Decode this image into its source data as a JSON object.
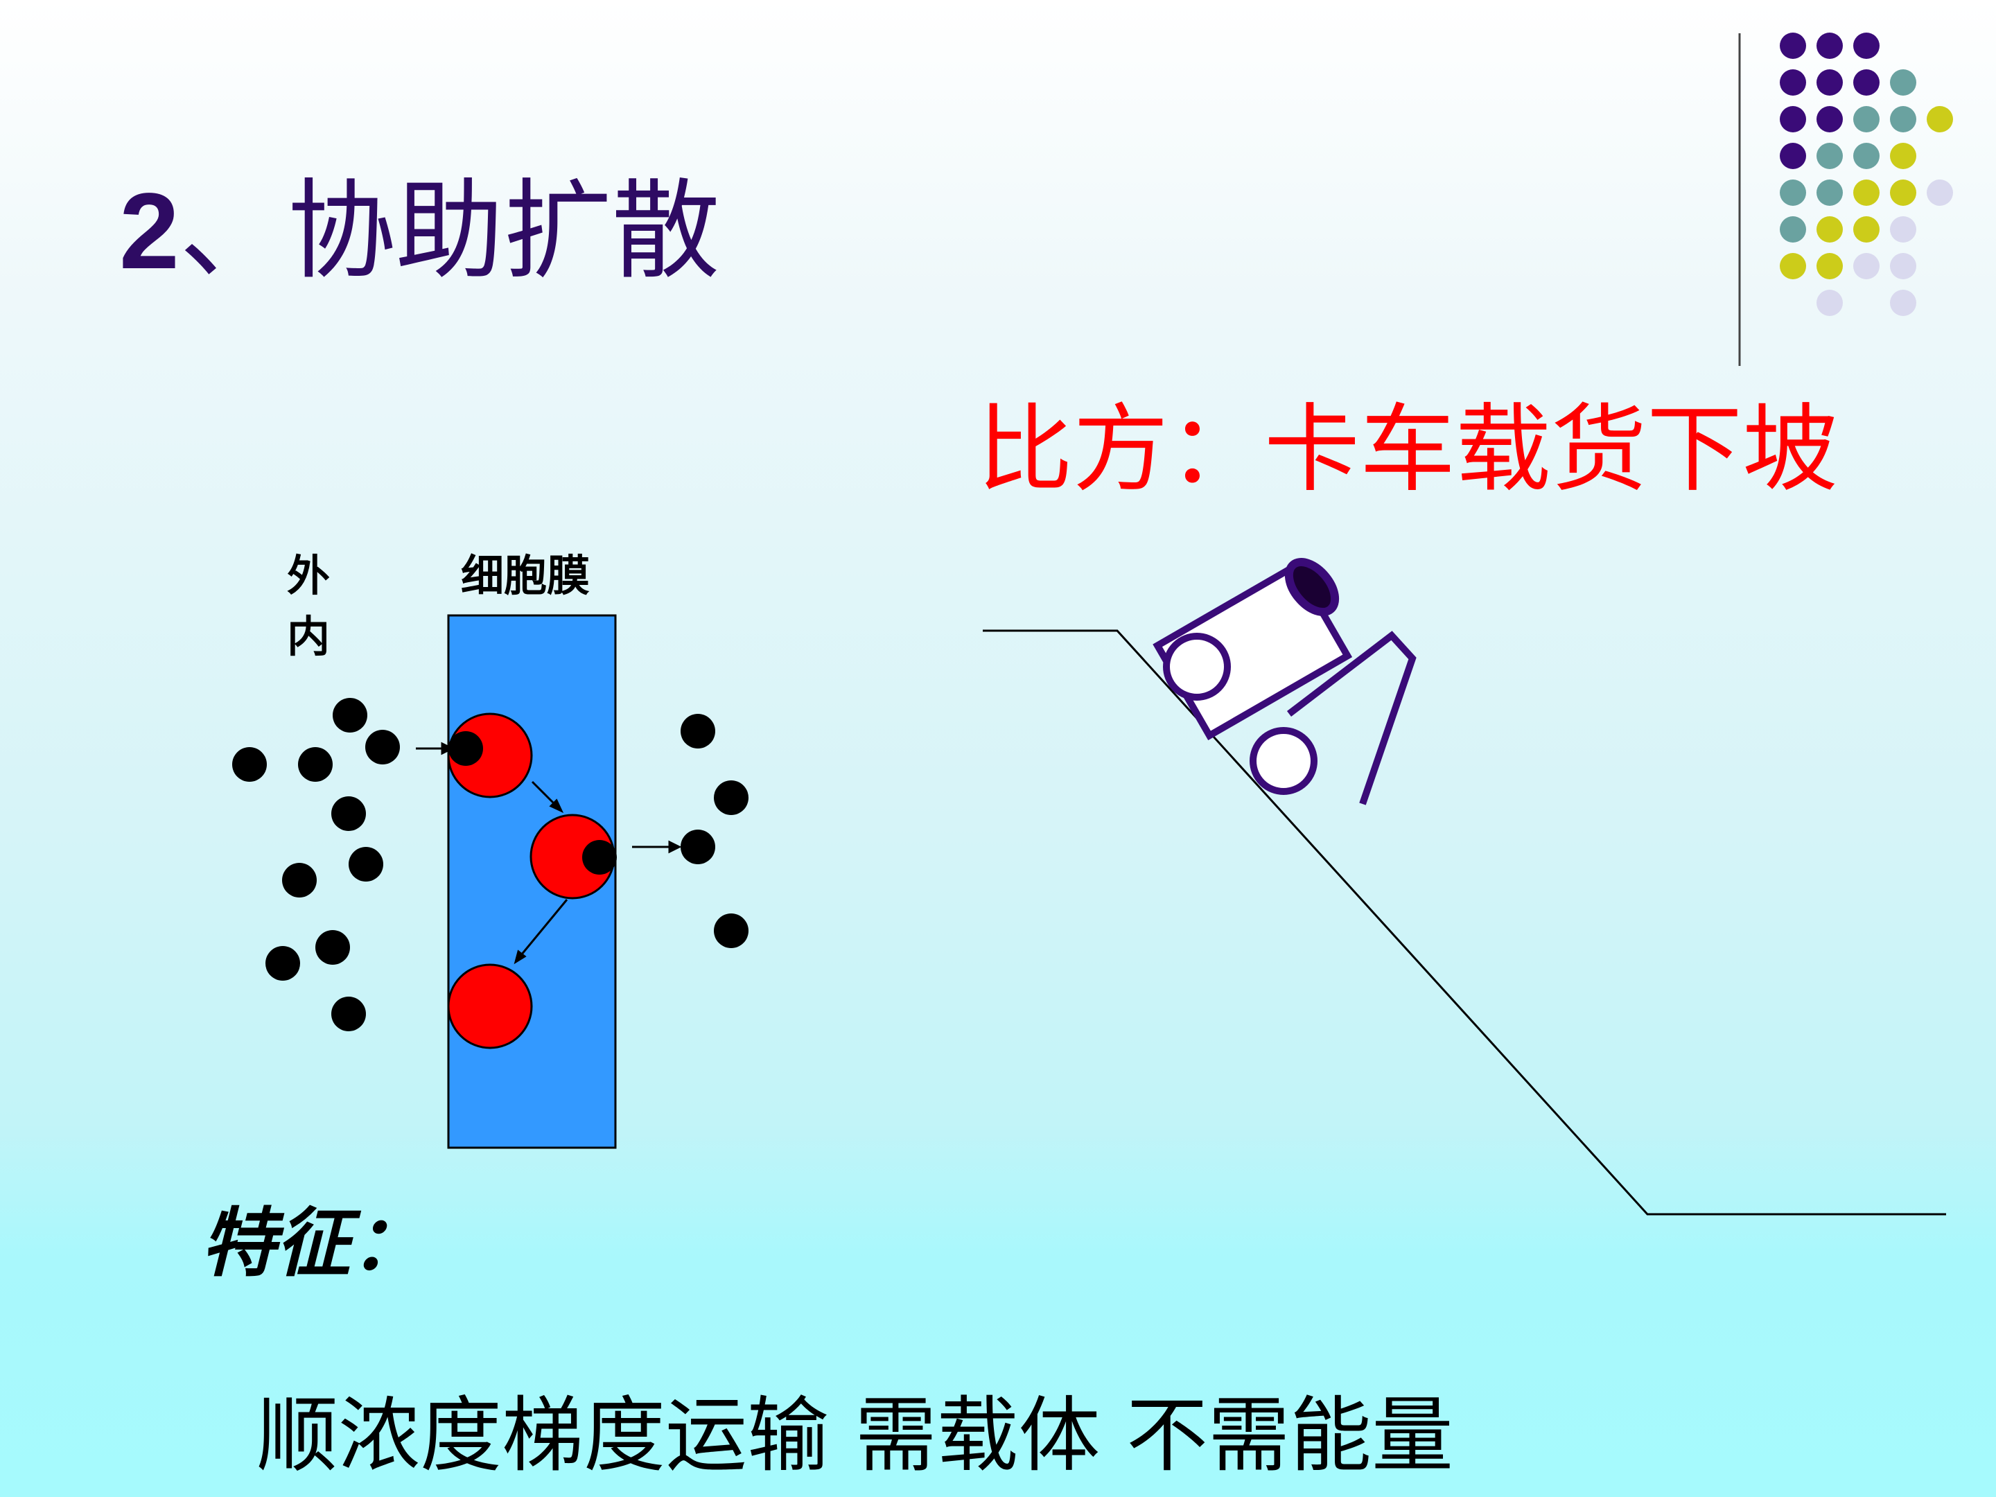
{
  "title": {
    "number": "2",
    "text": "、协助扩散"
  },
  "analogy": "比方：卡车载货下坡",
  "diagram": {
    "outside_label": "外",
    "inside_label": "内",
    "membrane_label": "细胞膜"
  },
  "features": {
    "label": "特征：",
    "text": "顺浓度梯度运输 需载体 不需能量"
  },
  "colors": {
    "title": "#2e0b63",
    "analogy": "#ff0000",
    "membrane": "#3399ff",
    "carrier": "#ff0000",
    "truck_outline": "#3a0b78",
    "dot_purple": "#3a0b78",
    "dot_teal": "#6aa2a0",
    "dot_yellow": "#cccc1a",
    "dot_lavender": "#d9d9ee"
  }
}
